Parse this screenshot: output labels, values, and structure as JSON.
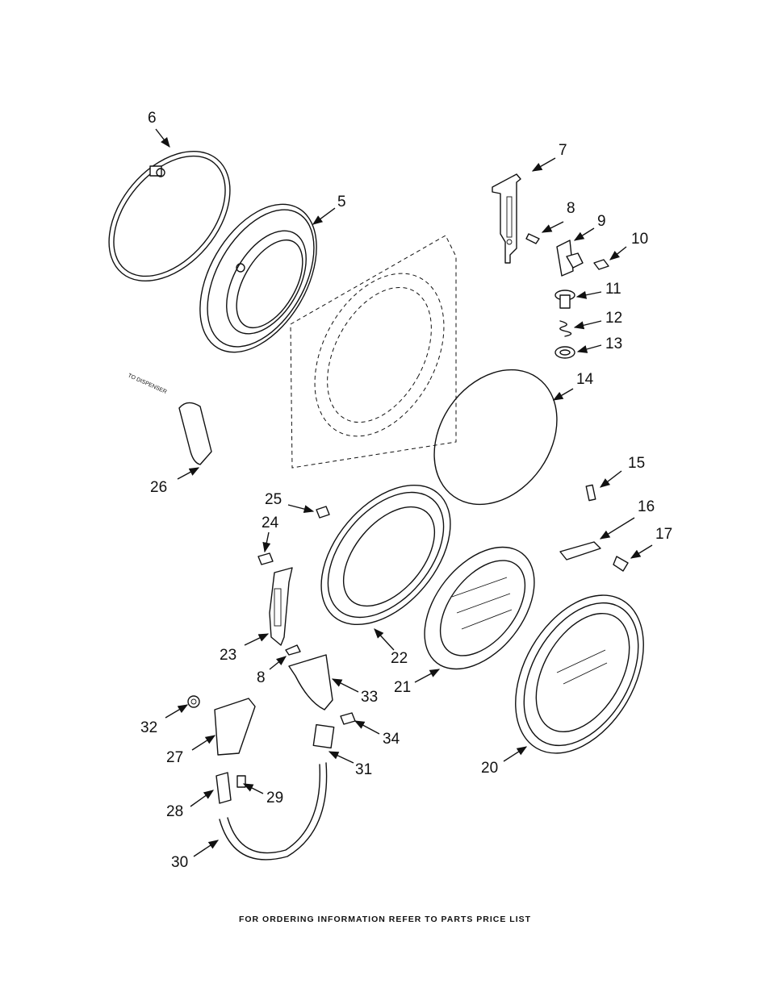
{
  "callouts": [
    "6",
    "5",
    "7",
    "8",
    "9",
    "10",
    "11",
    "12",
    "13",
    "14",
    "26",
    "15",
    "25",
    "16",
    "24",
    "17",
    "23",
    "22",
    "8",
    "21",
    "33",
    "32",
    "34",
    "27",
    "31",
    "20",
    "28",
    "29",
    "30"
  ],
  "annotation": "TO DISPENSER",
  "footer": "FOR ORDERING INFORMATION REFER TO PARTS PRICE LIST"
}
